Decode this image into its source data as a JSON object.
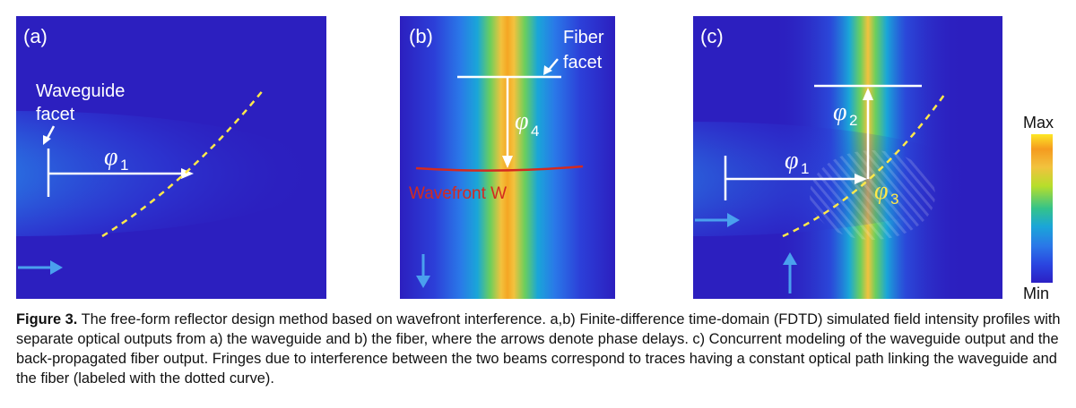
{
  "panels": {
    "a": {
      "label": "(a)",
      "facet_label_line1": "Waveguide",
      "facet_label_line2": "facet",
      "phase_symbol": "φ",
      "phase_subscript": "1"
    },
    "b": {
      "label": "(b)",
      "fiber_label_line1": "Fiber",
      "fiber_label_line2": "facet",
      "phase_symbol": "φ",
      "phase_subscript": "4",
      "wavefront_label": "Wavefront W"
    },
    "c": {
      "label": "(c)",
      "phase1_symbol": "φ",
      "phase1_subscript": "1",
      "phase2_symbol": "φ",
      "phase2_subscript": "2",
      "phase3_symbol": "φ",
      "phase3_subscript": "3"
    }
  },
  "colorbar": {
    "max_label": "Max",
    "min_label": "Min"
  },
  "caption": {
    "figure_label": "Figure 3.",
    "text": "The free-form reflector design method based on wavefront interference. a,b) Finite-difference time-domain (FDTD) simulated field intensity profiles with separate optical outputs from a) the waveguide and b) the fiber, where the arrows denote phase delays. c) Concurrent modeling of the waveguide output and the back-propagated fiber output. Fringes due to interference between the two beams correspond to traces having a constant optical path linking the waveguide and the fiber (labeled with the dotted curve)."
  },
  "colors": {
    "background_field": "#2c1fbf",
    "annotation_white": "#ffffff",
    "dotted_curve": "#ffe94a",
    "wavefront_red": "#d42a1f",
    "propagation_arrow": "#4aa0ee"
  }
}
